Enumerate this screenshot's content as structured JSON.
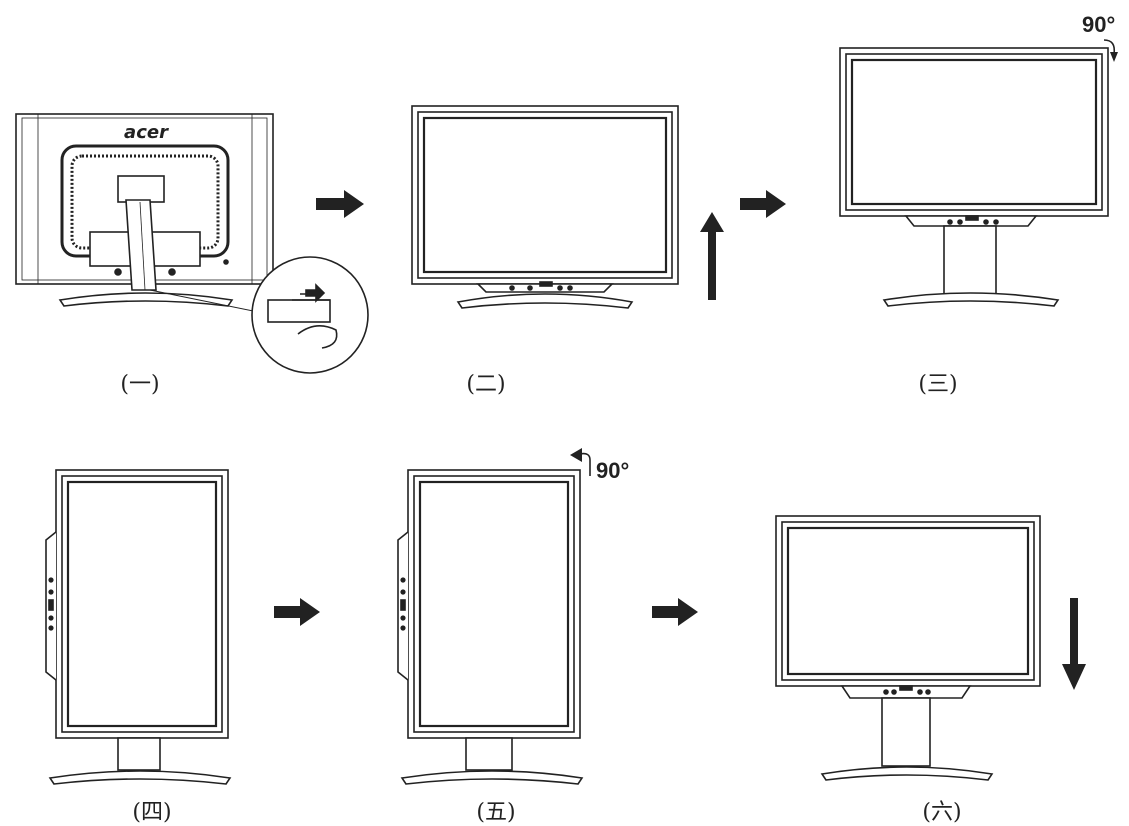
{
  "diagram": {
    "brand_logo": "acer",
    "steps": [
      {
        "label": "(一)"
      },
      {
        "label": "(二)"
      },
      {
        "label": "(三)"
      },
      {
        "label": "(四)"
      },
      {
        "label": "(五)"
      },
      {
        "label": "(六)"
      }
    ],
    "rotation_labels": [
      "90°",
      "90°"
    ],
    "icons": {
      "step_arrow": "right-arrow-icon",
      "lift": "up-arrow-icon",
      "lower": "down-arrow-icon",
      "rotate_cw": "rotate-clockwise-icon",
      "rotate_ccw": "rotate-counterclockwise-icon"
    },
    "colors": {
      "line": "#222222",
      "fill": "#ffffff"
    }
  }
}
